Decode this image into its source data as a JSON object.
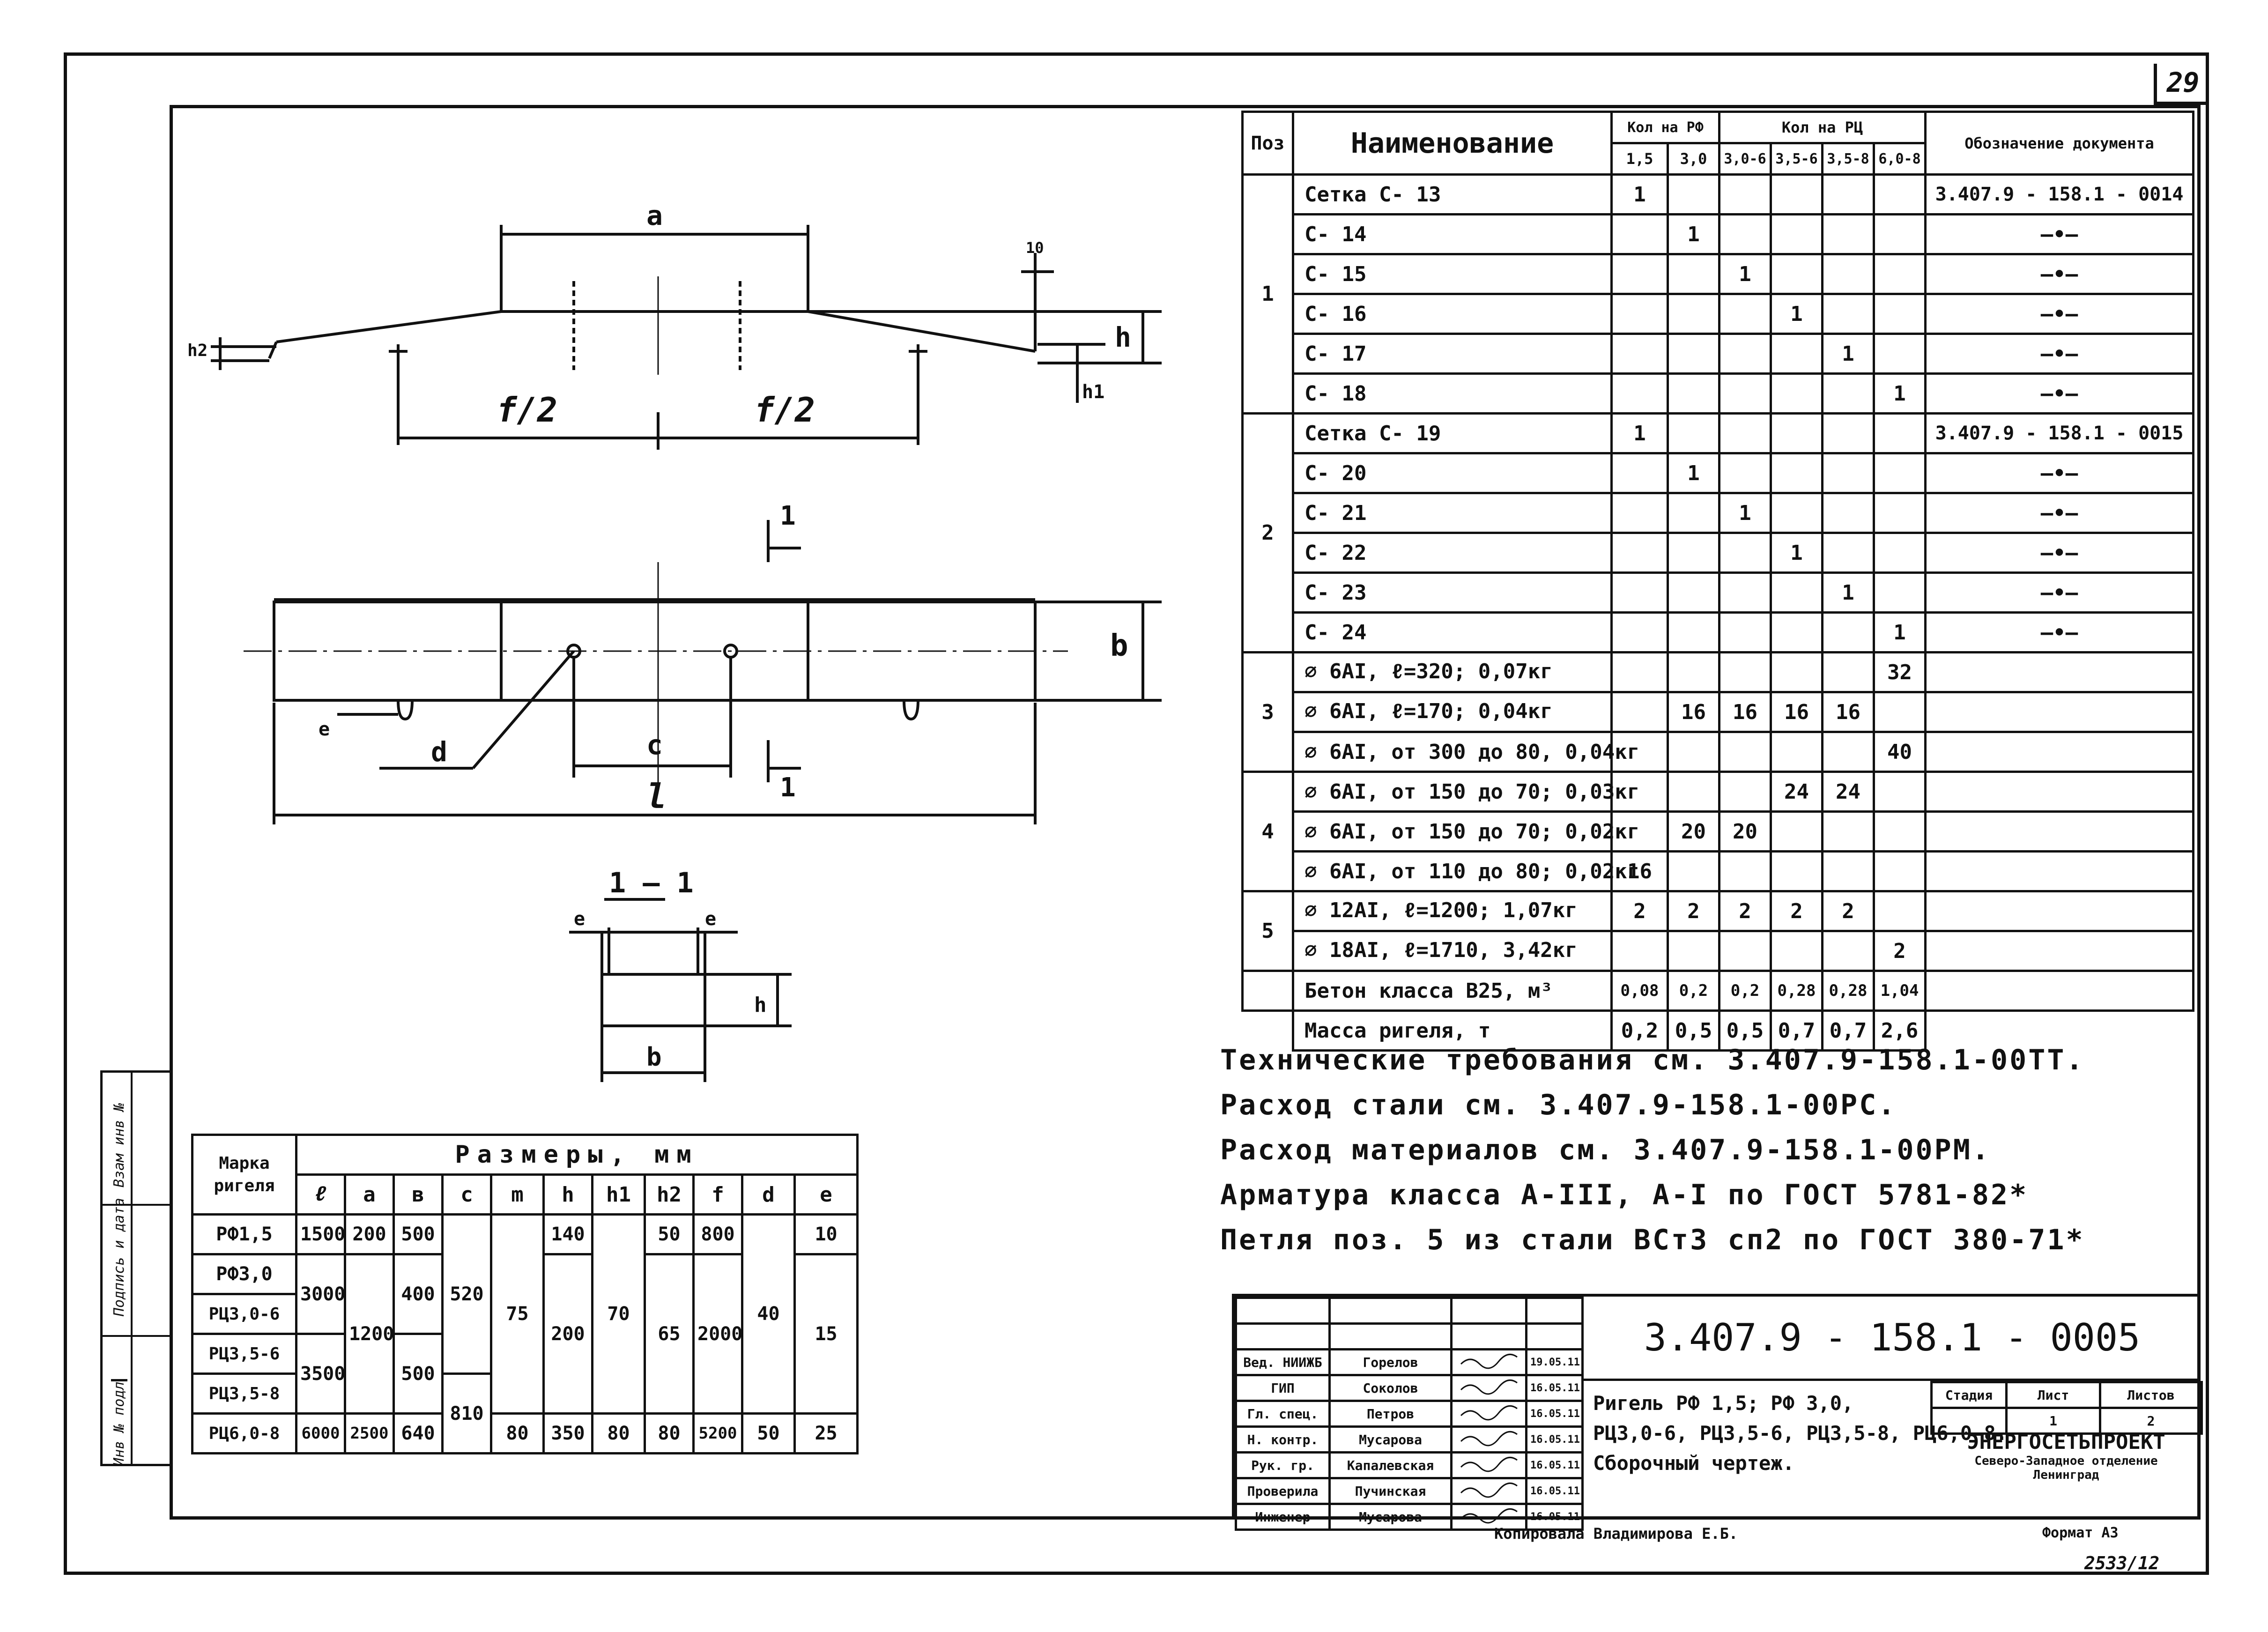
{
  "sheet": {
    "number": "29",
    "code": "3.407.9 - 158.1 - 0005",
    "format": "Формат А3",
    "copied": "Копировала Владимирова Е.Б.",
    "inv": "2533/12"
  },
  "side_labels": [
    "Инв № подл",
    "Подпись и дата",
    "Взам инв №"
  ],
  "drawings": {
    "elev": {
      "a": "a",
      "f2a": "f/2",
      "f2b": "f/2",
      "h": "h",
      "h1": "h1",
      "h2": "h2",
      "t10": "10"
    },
    "plan": {
      "b": "b",
      "c": "c",
      "d": "d",
      "l": "l",
      "e": "e",
      "cut": "1"
    },
    "section": {
      "title": "1 — 1",
      "e1": "e",
      "e2": "e",
      "h": "h",
      "b": "b"
    }
  },
  "spec": {
    "headers": {
      "pos": "Поз",
      "name": "Наименование",
      "rf": "Кол на РФ",
      "rc": "Кол на РЦ",
      "doc": "Обозначение документа"
    },
    "sub": [
      "1,5",
      "3,0",
      "3,0-6",
      "3,5-6",
      "3,5-8",
      "6,0-8"
    ],
    "rows": [
      {
        "pos": "1",
        "name": "Сетка       С- 13",
        "v": [
          "1",
          "",
          "",
          "",
          "",
          ""
        ],
        "doc": "3.407.9 - 158.1 - 0014"
      },
      {
        "pos": "",
        "name": "С- 14",
        "v": [
          "",
          "1",
          "",
          "",
          "",
          ""
        ],
        "doc": "—•—"
      },
      {
        "pos": "",
        "name": "С- 15",
        "v": [
          "",
          "",
          "1",
          "",
          "",
          ""
        ],
        "doc": "—•—"
      },
      {
        "pos": "",
        "name": "С- 16",
        "v": [
          "",
          "",
          "",
          "1",
          "",
          ""
        ],
        "doc": "—•—"
      },
      {
        "pos": "",
        "name": "С- 17",
        "v": [
          "",
          "",
          "",
          "",
          "1",
          ""
        ],
        "doc": "—•—"
      },
      {
        "pos": "",
        "name": "С- 18",
        "v": [
          "",
          "",
          "",
          "",
          "",
          "1"
        ],
        "doc": "—•—"
      },
      {
        "pos": "2",
        "name": "Сетка       С- 19",
        "v": [
          "1",
          "",
          "",
          "",
          "",
          ""
        ],
        "doc": "3.407.9 - 158.1 - 0015"
      },
      {
        "pos": "",
        "name": "С- 20",
        "v": [
          "",
          "1",
          "",
          "",
          "",
          ""
        ],
        "doc": "—•—"
      },
      {
        "pos": "",
        "name": "С- 21",
        "v": [
          "",
          "",
          "1",
          "",
          "",
          ""
        ],
        "doc": "—•—"
      },
      {
        "pos": "",
        "name": "С- 22",
        "v": [
          "",
          "",
          "",
          "1",
          "",
          ""
        ],
        "doc": "—•—"
      },
      {
        "pos": "",
        "name": "С- 23",
        "v": [
          "",
          "",
          "",
          "",
          "1",
          ""
        ],
        "doc": "—•—"
      },
      {
        "pos": "",
        "name": "С- 24",
        "v": [
          "",
          "",
          "",
          "",
          "",
          "1"
        ],
        "doc": "—•—"
      },
      {
        "pos": "3",
        "name": "⌀ 6АI,  ℓ=320;   0,07кг",
        "v": [
          "",
          "",
          "",
          "",
          "",
          "32"
        ],
        "doc": ""
      },
      {
        "pos": "",
        "name": "⌀ 6АI,  ℓ=170;   0,04кг",
        "v": [
          "",
          "16",
          "16",
          "16",
          "16",
          ""
        ],
        "doc": ""
      },
      {
        "pos": "",
        "name": "⌀ 6АI, от 300 до 80,  0,04кг",
        "v": [
          "",
          "",
          "",
          "",
          "",
          "40"
        ],
        "doc": ""
      },
      {
        "pos": "4",
        "name": "⌀ 6АI, от 150 до 70;  0,03кг",
        "v": [
          "",
          "",
          "",
          "24",
          "24",
          ""
        ],
        "doc": ""
      },
      {
        "pos": "",
        "name": "⌀ 6АI, от 150 до 70;  0,02кг",
        "v": [
          "",
          "20",
          "20",
          "",
          "",
          ""
        ],
        "doc": ""
      },
      {
        "pos": "",
        "name": "⌀ 6АI, от 110 до 80;  0,02кг",
        "v": [
          "16",
          "",
          "",
          "",
          "",
          ""
        ],
        "doc": ""
      },
      {
        "pos": "5",
        "name": "⌀ 12АI,  ℓ=1200;  1,07кг",
        "v": [
          "2",
          "2",
          "2",
          "2",
          "2",
          ""
        ],
        "doc": ""
      },
      {
        "pos": "",
        "name": "⌀ 18АI,  ℓ=1710,  3,42кг",
        "v": [
          "",
          "",
          "",
          "",
          "",
          "2"
        ],
        "doc": ""
      },
      {
        "pos": "",
        "name": "Бетон  класса В25, м³",
        "v": [
          "0,08",
          "0,2",
          "0,2",
          "0,28",
          "0,28",
          "1,04"
        ],
        "doc": ""
      }
    ],
    "mass": {
      "name": "Масса  ригеля,      т",
      "v": [
        "0,2",
        "0,5",
        "0,5",
        "0,7",
        "0,7",
        "2,6"
      ]
    }
  },
  "notes": [
    "Технические  требования  см. 3.407.9-158.1-00ТТ.",
    "Расход  стали  см. 3.407.9-158.1-00РС.",
    "Расход  материалов  см. 3.407.9-158.1-00РМ.",
    "Арматура  класса  А-III, А-I  по ГОСТ 5781-82*",
    "Петля  поз. 5  из  стали  ВСт3 сп2  по ГОСТ 380-71*"
  ],
  "dims": {
    "header_mark": "Марка ригеля",
    "header_sizes": "Размеры,   мм",
    "cols": [
      "ℓ",
      "a",
      "в",
      "c",
      "m",
      "h",
      "h1",
      "h2",
      "f",
      "d",
      "e"
    ],
    "rows": [
      "РФ1,5",
      "РФ3,0",
      "РЦ3,0-6",
      "РЦ3,5-6",
      "РЦ3,5-8",
      "РЦ6,0-8"
    ],
    "cells": {
      "l": [
        "1500",
        "3000",
        "3500",
        "6000"
      ],
      "a": [
        "200",
        "1200",
        "2500"
      ],
      "b": [
        "500",
        "400",
        "500",
        "640"
      ],
      "c": [
        "520",
        "810"
      ],
      "m": [
        "75",
        "80"
      ],
      "h": [
        "140",
        "200",
        "350"
      ],
      "h1": [
        "70",
        "80"
      ],
      "h2": [
        "50",
        "65",
        "80"
      ],
      "f": [
        "800",
        "2000",
        "5200"
      ],
      "d": [
        "40",
        "50"
      ],
      "e": [
        "10",
        "15",
        "25"
      ]
    }
  },
  "stamp": {
    "people": [
      [
        "Вед. НИИЖБ",
        "Горелов",
        "19.05.11"
      ],
      [
        "ГИП",
        "Соколов",
        "16.05.11"
      ],
      [
        "Гл. спец.",
        "Петров",
        "16.05.11"
      ],
      [
        "Н. контр.",
        "Мусарова",
        "16.05.11"
      ],
      [
        "Рук. гр.",
        "Капалевская",
        "16.05.11"
      ],
      [
        "Проверила",
        "Пучинская",
        "16.05.11"
      ],
      [
        "Инженер",
        "Мусарова",
        "16.05.11"
      ]
    ],
    "title": [
      "Ригель  РФ 1,5;  РФ 3,0,",
      "РЦ3,0-6, РЦ3,5-6, РЦ3,5-8, РЦ6,0-8.",
      "Сборочный    чертеж."
    ],
    "stage_h": "Стадия",
    "sheet_h": "Лист",
    "sheets_h": "Листов",
    "sheet_v": "1",
    "sheets_v": "2",
    "org": "ЭНЕРГОСЕТЬПРОЕКТ",
    "org2": "Северо-Западное отделение",
    "org3": "Ленинград"
  }
}
